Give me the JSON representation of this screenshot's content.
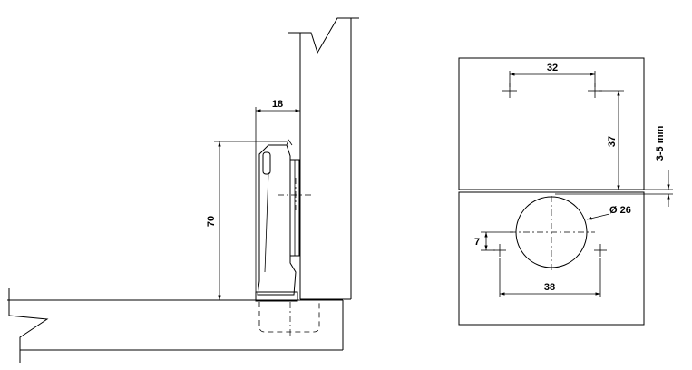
{
  "side_view": {
    "dim_offset": "18",
    "dim_height": "70"
  },
  "plan_view": {
    "dim_top_spacing": "32",
    "dim_vertical": "37",
    "dim_gap": "3-5 mm",
    "dim_diameter": "Ø 26",
    "dim_small_offset": "7",
    "dim_bottom_spacing": "38"
  }
}
